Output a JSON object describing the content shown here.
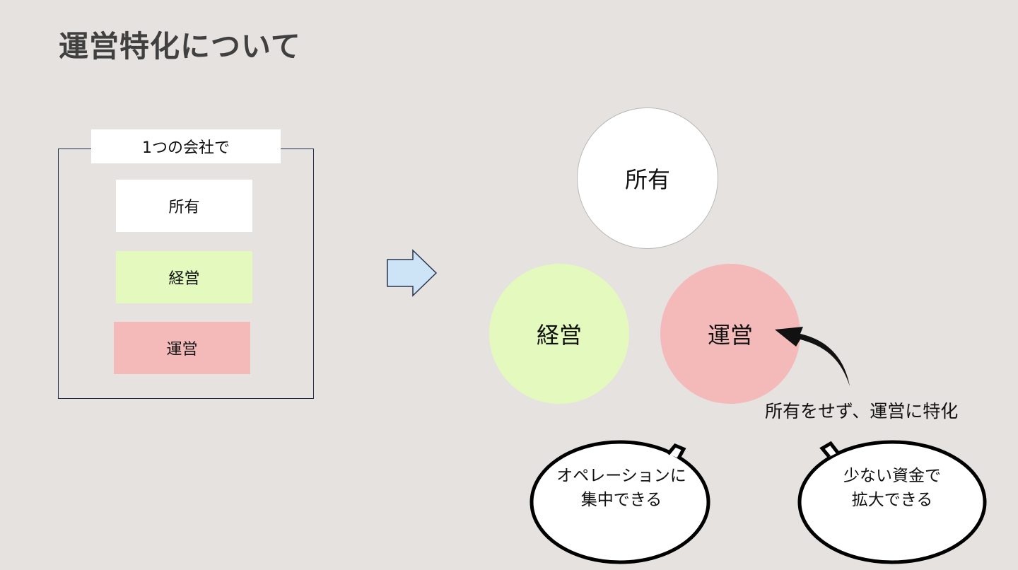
{
  "title": "運営特化について",
  "left_panel": {
    "label": "1つの会社で",
    "items": [
      "所有",
      "経営",
      "運営"
    ]
  },
  "right_panel": {
    "circles": [
      "所有",
      "経営",
      "運営"
    ],
    "caption": "所有をせず、運営に特化"
  },
  "bubbles": [
    {
      "lines": [
        "オペレーションに",
        "集中できる"
      ]
    },
    {
      "lines": [
        "少ない資金で",
        "拡大できる"
      ]
    }
  ],
  "colors": {
    "background": "#e6e2df",
    "green": "#e3f9be",
    "pink": "#f4baba",
    "arrow": "#cde4f7"
  }
}
